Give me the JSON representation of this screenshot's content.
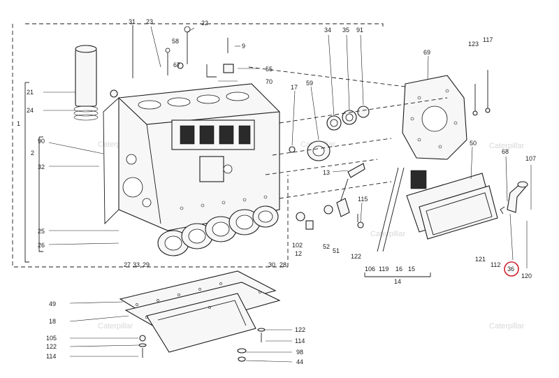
{
  "callouts": {
    "c31": "31",
    "c23": "23",
    "c22": "22",
    "c58": "58",
    "c67": "67",
    "c9": "9",
    "c55": "55",
    "c70": "70",
    "c34": "34",
    "c35": "35",
    "c91": "91",
    "c59": "59",
    "c17": "17",
    "c69": "69",
    "c123": "123",
    "c117": "117",
    "c21": "21",
    "c24": "24",
    "c1": "1",
    "c2": "2",
    "c90": "90",
    "c32": "32",
    "c25": "25",
    "c26": "26",
    "c27": "27",
    "c33": "33",
    "c29": "29",
    "c30": "30",
    "c28": "28",
    "c13": "13",
    "c115": "115",
    "c102": "102",
    "c12": "12",
    "c52": "52",
    "c51": "51",
    "c122a": "122",
    "c50": "50",
    "c68": "68",
    "c107": "107",
    "c106": "106",
    "c119": "119",
    "c16": "16",
    "c15": "15",
    "c14": "14",
    "c121": "121",
    "c112": "112",
    "c36": "36",
    "c120": "120",
    "c49": "49",
    "c18": "18",
    "c105": "105",
    "c122b": "122",
    "c114a": "114",
    "c122c": "122",
    "c114b": "114",
    "c98": "98",
    "c44": "44"
  },
  "highlight": {
    "label": "36",
    "color": "#d0202a"
  },
  "watermark": "Caterpillar"
}
